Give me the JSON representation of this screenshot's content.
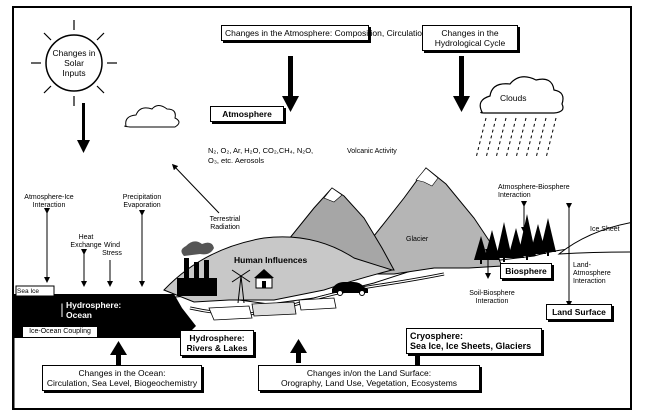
{
  "labels": {
    "solar_inputs": "Changes in Solar Inputs",
    "atmosphere_changes": "Changes in the Atmosphere: Composition, Circulation",
    "hydro_cycle": "Changes in the Hydrological Cycle",
    "clouds": "Clouds",
    "atmosphere": "Atmosphere",
    "gases": "N₂, O₂, Ar, H₂O, CO₂,CH₄, N₂O, O₃, etc. Aerosols",
    "volcanic": "Volcanic Activity",
    "atmo_ice": "Atmosphere-Ice Interaction",
    "precip": "Precipitation Evaporation",
    "heat_exchange": "Heat Exchange",
    "wind_stress": "Wind Stress",
    "terrestrial": "Terrestrial Radiation",
    "glacier": "Glacier",
    "atmo_bio": "Atmosphere-Biosphere Interaction",
    "ice_sheet": "Ice Sheet",
    "human": "Human Influences",
    "biosphere": "Biosphere",
    "land_atmo": "Land-Atmosphere Interaction",
    "sea_ice": "Sea Ice",
    "hydro_ocean": "Hydrosphere: Ocean",
    "soil_bio": "Soil-Biosphere Interaction",
    "land_surface": "Land Surface",
    "ice_ocean": "Ice-Ocean Coupling",
    "rivers": "Hydrosphere: Rivers & Lakes",
    "cryo_title": "Cryosphere:",
    "cryo_body": "Sea Ice, Ice Sheets, Glaciers",
    "ocean_changes_1": "Changes in the Ocean:",
    "ocean_changes_2": "Circulation, Sea Level, Biogeochemistry",
    "land_changes_1": "Changes in/on the Land Surface:",
    "land_changes_2": "Orography, Land Use, Vegetation, Ecosystems"
  }
}
